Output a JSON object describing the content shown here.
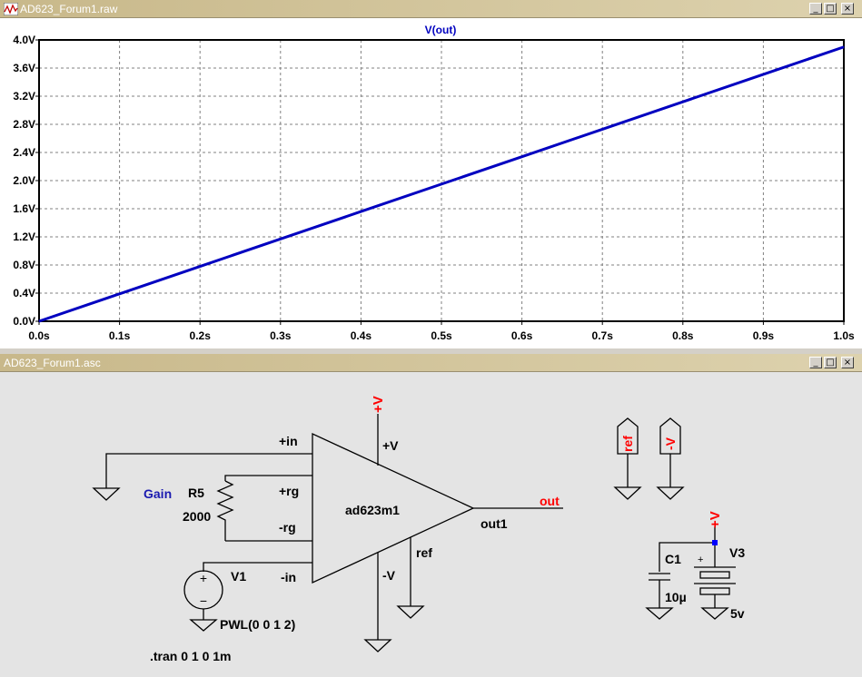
{
  "plot_window": {
    "title": "AD623_Forum1.raw",
    "trace_label": "V(out)",
    "buttons": {
      "minimize": "_",
      "maximize": "□",
      "close": "×"
    }
  },
  "schematic_window": {
    "title": "AD623_Forum1.asc",
    "buttons": {
      "minimize": "_",
      "maximize": "□",
      "close": "×"
    },
    "labels": {
      "supply_top": "+V",
      "pin_plus_in": "+in",
      "pin_plus_v": "+V",
      "pin_plus_rg": "+rg",
      "pin_minus_rg": "-rg",
      "pin_minus_in": "-in",
      "pin_minus_v": "-V",
      "pin_ref": "ref",
      "pin_out1": "out1",
      "net_out": "out",
      "part_name": "ad623m1",
      "gain_label": "Gain",
      "r5_name": "R5",
      "r5_value": "2000",
      "v1_name": "V1",
      "v1_value": "PWL(0 0 1 2)",
      "tran_directive": ".tran 0 1 0 1m",
      "flag_ref": "ref",
      "flag_minus_v": "-V",
      "flag_plus_v2": "+V",
      "c1_name": "C1",
      "c1_value": "10µ",
      "v3_name": "V3",
      "v3_value": "5v",
      "v3_plus": "+",
      "v1_plus": "+",
      "v1_minus": "−"
    }
  },
  "colors": {
    "trace": "#0000c0",
    "net_flag": "#ff0000",
    "gain_text": "#1a1ab0",
    "grid": "#808080"
  },
  "chart_data": {
    "type": "line",
    "title": "V(out)",
    "xlabel": "",
    "ylabel": "",
    "xlim": [
      0,
      1.0
    ],
    "ylim": [
      0,
      4.0
    ],
    "x_ticks": [
      "0.0s",
      "0.1s",
      "0.2s",
      "0.3s",
      "0.4s",
      "0.5s",
      "0.6s",
      "0.7s",
      "0.8s",
      "0.9s",
      "1.0s"
    ],
    "y_ticks": [
      "0.0V",
      "0.4V",
      "0.8V",
      "1.2V",
      "1.6V",
      "2.0V",
      "2.4V",
      "2.8V",
      "3.2V",
      "3.6V",
      "4.0V"
    ],
    "grid": true,
    "series": [
      {
        "name": "V(out)",
        "x": [
          0,
          0.1,
          0.2,
          0.3,
          0.4,
          0.5,
          0.6,
          0.7,
          0.8,
          0.9,
          1.0
        ],
        "values": [
          0,
          0.39,
          0.78,
          1.17,
          1.56,
          1.95,
          2.34,
          2.73,
          3.12,
          3.51,
          3.9
        ]
      }
    ]
  }
}
